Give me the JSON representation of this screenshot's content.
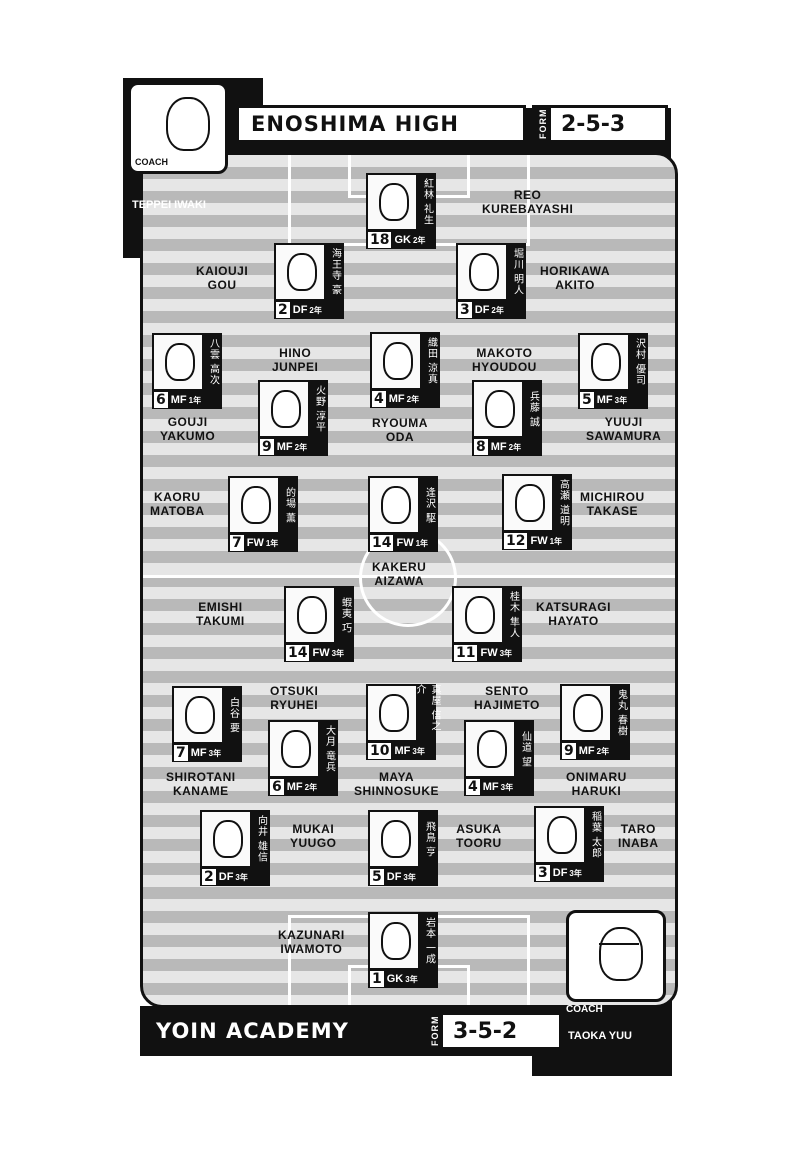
{
  "top_team": {
    "name": "ENOSHIMA HIGH",
    "form_label": "FORM",
    "formation": "2-5-3",
    "coach": {
      "label": "COACH",
      "name": "TEPPEI IWAKI"
    }
  },
  "bottom_team": {
    "name": "YOIN ACADEMY",
    "form_label": "FORM",
    "formation": "3-5-2",
    "coach": {
      "label": "COACH",
      "name": "TAOKA YUU"
    }
  },
  "players": [
    {
      "name": "REO\nKUREBAYASHI",
      "kanji": "紅林 礼生",
      "number": "18",
      "pos": "GK",
      "year": "2年"
    },
    {
      "name": "KAIOUJI\nGOU",
      "kanji": "海王寺 豪",
      "number": "2",
      "pos": "DF",
      "year": "2年"
    },
    {
      "name": "HORIKAWA\nAKITO",
      "kanji": "堀川 明人",
      "number": "3",
      "pos": "DF",
      "year": "2年"
    },
    {
      "name": "GOUJI\nYAKUMO",
      "kanji": "八雲 高次",
      "number": "6",
      "pos": "MF",
      "year": "1年"
    },
    {
      "name": "HINO\nJUNPEI",
      "kanji": "火野 淳平",
      "number": "9",
      "pos": "MF",
      "year": "2年"
    },
    {
      "name": "RYOUMA\nODA",
      "kanji": "織田 涼真",
      "number": "4",
      "pos": "MF",
      "year": "2年"
    },
    {
      "name": "MAKOTO\nHYOUDOU",
      "kanji": "兵藤 誠",
      "number": "8",
      "pos": "MF",
      "year": "2年"
    },
    {
      "name": "YUUJI\nSAWAMURA",
      "kanji": "沢村 優司",
      "number": "5",
      "pos": "MF",
      "year": "3年"
    },
    {
      "name": "KAORU\nMATOBA",
      "kanji": "的場 薫",
      "number": "7",
      "pos": "FW",
      "year": "1年"
    },
    {
      "name": "KAKERU\nAIZAWA",
      "kanji": "逢沢 駆",
      "number": "14",
      "pos": "FW",
      "year": "1年"
    },
    {
      "name": "MICHIROU\nTAKASE",
      "kanji": "高瀬 道明",
      "number": "12",
      "pos": "FW",
      "year": "1年"
    },
    {
      "name": "EMISHI\nTAKUMI",
      "kanji": "蝦夷 巧",
      "number": "14",
      "pos": "FW",
      "year": "3年"
    },
    {
      "name": "KATSURAGI\nHAYATO",
      "kanji": "桂木 隼人",
      "number": "11",
      "pos": "FW",
      "year": "3年"
    },
    {
      "name": "SHIROTANI\nKANAME",
      "kanji": "白谷 要",
      "number": "7",
      "pos": "MF",
      "year": "3年"
    },
    {
      "name": "OTSUKI\nRYUHEI",
      "kanji": "大月 竜兵",
      "number": "6",
      "pos": "MF",
      "year": "2年"
    },
    {
      "name": "MAYA\nSHINNOSUKE",
      "kanji": "真屋 信之介",
      "number": "10",
      "pos": "MF",
      "year": "3年"
    },
    {
      "name": "SENTO\nHAJIMETO",
      "kanji": "仙道 望",
      "number": "4",
      "pos": "MF",
      "year": "3年"
    },
    {
      "name": "ONIMARU\nHARUKI",
      "kanji": "鬼丸 春樹",
      "number": "9",
      "pos": "MF",
      "year": "2年"
    },
    {
      "name": "MUKAI\nYUUGO",
      "kanji": "向井 雄信",
      "number": "2",
      "pos": "DF",
      "year": "3年"
    },
    {
      "name": "ASUKA\nTOORU",
      "kanji": "飛鳥 亨",
      "number": "5",
      "pos": "DF",
      "year": "3年"
    },
    {
      "name": "TARO\nINABA",
      "kanji": "稲葉 太郎",
      "number": "3",
      "pos": "DF",
      "year": "3年"
    },
    {
      "name": "KAZUNARI\nIWAMOTO",
      "kanji": "岩本 一成",
      "number": "1",
      "pos": "GK",
      "year": "3年"
    }
  ]
}
